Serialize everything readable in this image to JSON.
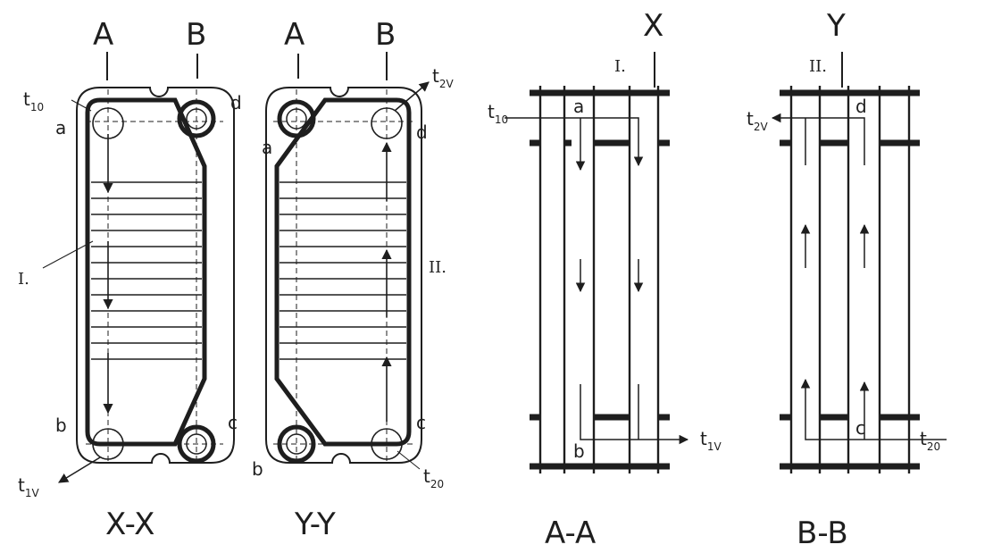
{
  "colors": {
    "ink": "#1e1e1e",
    "paper": "#ffffff"
  },
  "plates": {
    "xx": {
      "caption": "X-X",
      "top_left": "A",
      "top_right": "B",
      "ports": {
        "a": "a",
        "b": "b",
        "c": "c",
        "d": "d"
      },
      "temp_in": {
        "t": "t",
        "sub": "10"
      },
      "temp_out": {
        "t": "t",
        "sub": "1V"
      },
      "channel_label": "I."
    },
    "yy": {
      "caption": "Y-Y",
      "top_left": "A",
      "top_right": "B",
      "ports": {
        "a": "a",
        "b": "b",
        "c": "c",
        "d": "d"
      },
      "temp_in": {
        "t": "t",
        "sub": "20"
      },
      "temp_out": {
        "t": "t",
        "sub": "2V"
      },
      "channel_label": "II."
    }
  },
  "sections": {
    "aa": {
      "caption": "A-A",
      "axis_label": "X",
      "channel_label": "I.",
      "port_top": "a",
      "port_bottom": "b",
      "temp_in": {
        "t": "t",
        "sub": "10"
      },
      "temp_out": {
        "t": "t",
        "sub": "1V"
      }
    },
    "bb": {
      "caption": "B-B",
      "axis_label": "Y",
      "channel_label": "II.",
      "port_top": "d",
      "port_bottom": "c",
      "temp_in": {
        "t": "t",
        "sub": "20"
      },
      "temp_out": {
        "t": "t",
        "sub": "2V"
      }
    }
  }
}
